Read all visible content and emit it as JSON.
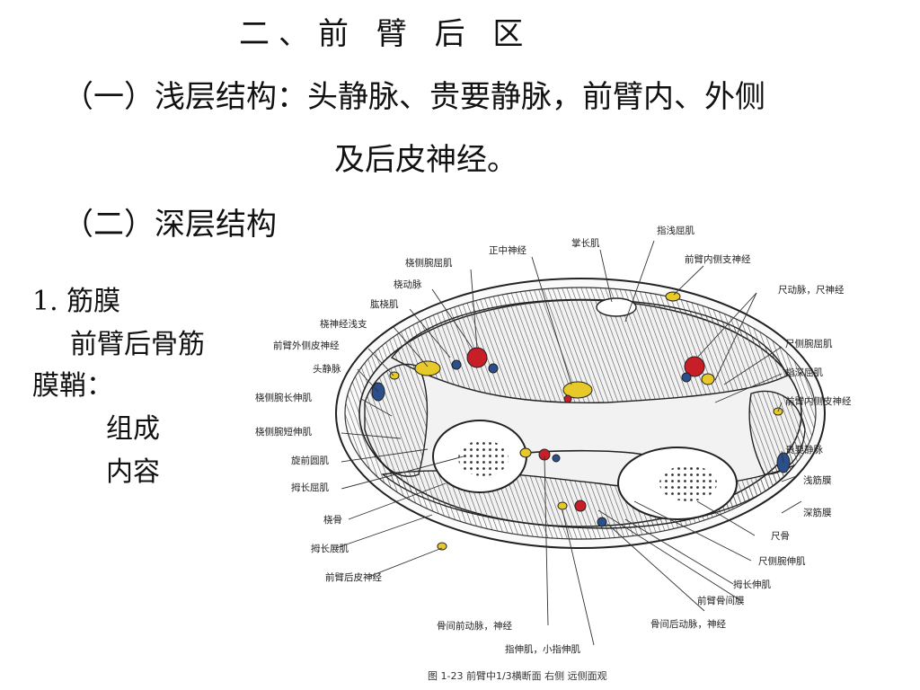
{
  "slide": {
    "title": "二、前 臂 后 区",
    "line1": "（一）浅层结构：头静脉、贵要静脉，前臂内、外侧",
    "line2": "及后皮神经。",
    "line3": "（二）深层结构",
    "outline": {
      "item1": "1. 筋膜",
      "item2": "前臂后骨筋",
      "item3": "膜鞘：",
      "item4": "组成",
      "item5": "内容"
    }
  },
  "figure": {
    "labels": {
      "l1": "指浅屈肌",
      "l2": "正中神经",
      "l3": "掌长肌",
      "l4": "桡侧腕屈肌",
      "l5": "前臂内侧支神经",
      "l6": "桡动脉",
      "l7": "肱桡肌",
      "l8": "尺动脉，尺神经",
      "l9": "桡神经浅支",
      "l10": "前臂外侧皮神经",
      "l11": "尺侧腕屈肌",
      "l12": "头静脉",
      "l13": "指深屈肌",
      "l14": "桡侧腕长伸肌",
      "l15": "前臂内侧皮神经",
      "l16": "桡侧腕短伸肌",
      "l17": "贵要静脉",
      "l18": "旋前圆肌",
      "l19": "浅筋膜",
      "l20": "拇长屈肌",
      "l21": "深筋膜",
      "l22": "桡骨",
      "l23": "尺骨",
      "l24": "拇长展肌",
      "l25": "尺侧腕伸肌",
      "l26": "前臂后皮神经",
      "l27": "拇长伸肌",
      "l28": "前臂骨间膜",
      "l29": "骨间后动脉，神经",
      "l30": "骨间前动脉，神经",
      "l31": "指伸肌，小指伸肌"
    },
    "caption": "图 1-23  前臂中1/3横断面 右侧 远侧面观",
    "colors": {
      "artery": "#c81e28",
      "nerve": "#e8c92a",
      "vein": "#2b4f8a",
      "hatch": "#555555"
    }
  }
}
